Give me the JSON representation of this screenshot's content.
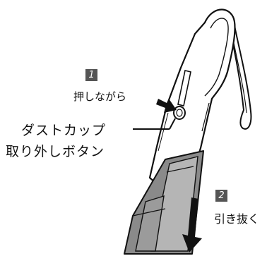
{
  "steps": {
    "one": {
      "number": "1",
      "text": "押しながら"
    },
    "two": {
      "number": "2",
      "text": "引き抜く"
    }
  },
  "callout": {
    "line1": "ダストカップ",
    "line2": "取り外しボタン"
  },
  "colors": {
    "outline": "#111111",
    "body": "#ffffff",
    "cup": "#8a8a8a",
    "cup_light": "#b5b5b5",
    "badge": "#555555"
  }
}
